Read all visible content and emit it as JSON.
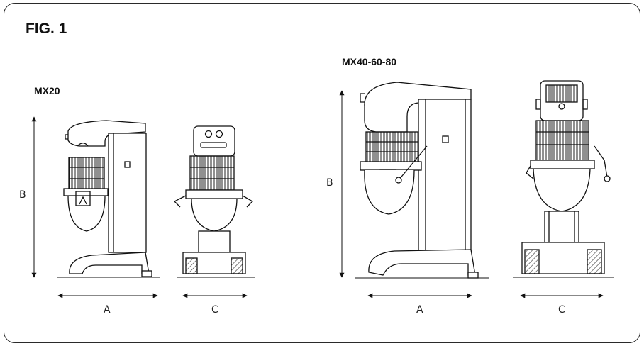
{
  "figure": {
    "title": "FIG. 1"
  },
  "models": {
    "small": {
      "name": "MX20",
      "dims": {
        "width": "A",
        "height": "B",
        "depth": "C"
      }
    },
    "large": {
      "name": "MX40-60-80",
      "dims": {
        "width": "A",
        "height": "B",
        "depth": "C"
      }
    }
  },
  "colors": {
    "line": "#111111",
    "stroke_light": "#666666"
  },
  "icons": {
    "arrow": "double-headed-arrow"
  }
}
